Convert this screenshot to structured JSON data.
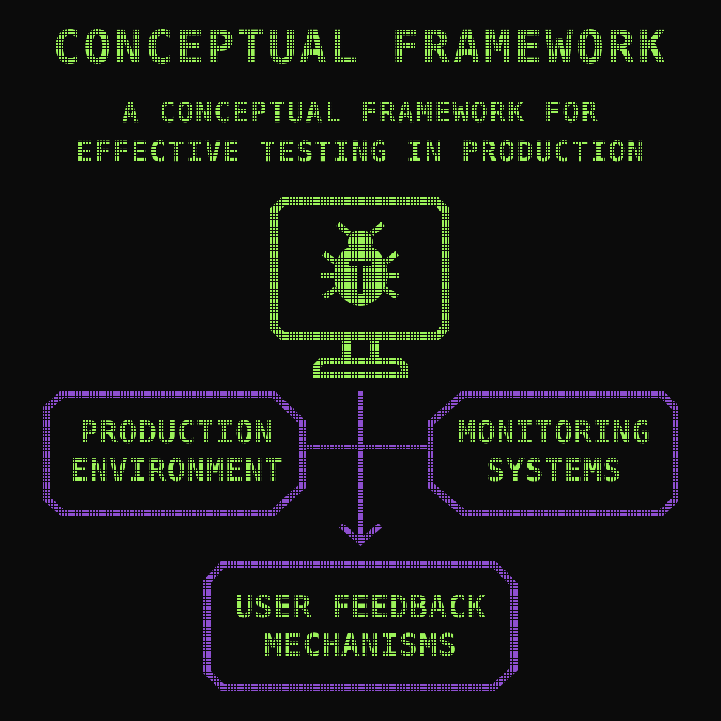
{
  "title": "CONCEPTUAL FRAMEWORK",
  "subtitle": "A CONCEPTUAL FRAMEWORK FOR EFFECTIVE TESTING IN PRODUCTION",
  "central_icon": "monitor-with-bug-icon",
  "nodes": {
    "production": "PRODUCTION ENVIRONMENT",
    "monitoring": "MONITORING SYSTEMS",
    "feedback": "USER FEEDBACK MECHANISMS"
  },
  "colors": {
    "background": "#0b0b0b",
    "text_green": "#9cf35a",
    "monitor_green": "#9cf35a",
    "box_purple": "#8e4fd0"
  }
}
